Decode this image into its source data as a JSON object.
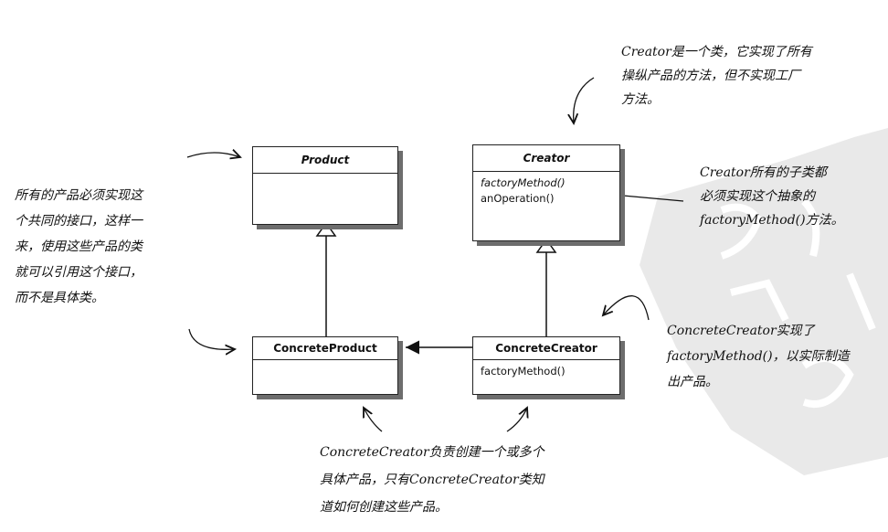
{
  "classes": {
    "product": {
      "name": "Product",
      "methods": []
    },
    "creator": {
      "name": "Creator",
      "methods": [
        "factoryMethod()",
        "anOperation()"
      ]
    },
    "concrete_product": {
      "name": "ConcreteProduct",
      "methods": []
    },
    "concrete_creator": {
      "name": "ConcreteCreator",
      "methods": [
        "factoryMethod()"
      ]
    }
  },
  "notes": {
    "creator_note": [
      "Creator是一个类，它实现了所有",
      "操纵产品的方法，但不实现工厂",
      "方法。"
    ],
    "product_note": [
      "所有的产品必须实现这",
      "个共同的接口，这样一",
      "来，使用这些产品的类",
      "就可以引用这个接口，",
      "而不是具体类。"
    ],
    "subclass_note": [
      "Creator所有的子类都",
      "必须实现这个抽象的",
      "factoryMethod()方法。"
    ],
    "concrete_creator_note": [
      "ConcreteCreator实现了",
      "factoryMethod()，以实际制造",
      "出产品。"
    ],
    "bottom_note": [
      "ConcreteCreator负责创建一个或多个",
      "具体产品，只有ConcreteCreator类知",
      "道如何创建这些产品。"
    ]
  },
  "watermark_color": "#e6e6e6"
}
